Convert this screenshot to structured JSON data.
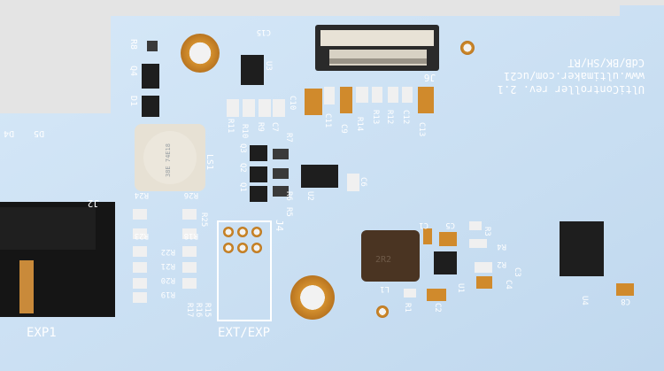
{
  "image": {
    "description_alt": "Photo of a light blue printed circuit board",
    "colors": {
      "background": "#e6e6e6",
      "board": "#cfe3f5",
      "board_shade": "#b9d2ea",
      "pad_gold": "#d08a2c",
      "chip_black": "#1e1e1e",
      "silk": "#ffffff"
    }
  },
  "board": {
    "title": "UltiController rev. 2.1",
    "url": "www.ultimaker.com/uc21",
    "credits": "CdB/BK/SH/RT"
  },
  "connectors": {
    "exp1": "EXP1",
    "ext_exp": "EXT/EXP",
    "j2": "J2",
    "j4": "J4",
    "j6": "J6"
  },
  "components": {
    "r8": "R8",
    "q4": "Q4",
    "d1": "D1",
    "d4": "D4",
    "d5": "D5",
    "c15": "C15",
    "u3": "U3",
    "c10": "C10",
    "c11": "C11",
    "c9": "C9",
    "r14": "R14",
    "r13": "R13",
    "r12": "R12",
    "c12": "C12",
    "c13": "C13",
    "r11": "R11",
    "r10": "R10",
    "r9": "R9",
    "c7": "C7",
    "r7": "R7",
    "q3": "Q3",
    "q2": "Q2",
    "q1": "Q1",
    "r6": "R6",
    "r5": "R5",
    "ls1": "LS1",
    "buzzer_text": "38E 74E18",
    "u2": "U2",
    "c6": "C6",
    "r24": "R24",
    "r23": "R23",
    "r22": "R22",
    "r21": "R21",
    "r20": "R20",
    "r19": "R19",
    "r26": "R26",
    "r25": "R25",
    "r18": "R18",
    "r17": "R17",
    "r16": "R16",
    "r15": "R15",
    "c1": "C1",
    "c5": "C5",
    "r3": "R3",
    "r4": "R4",
    "r2": "R2",
    "c3": "C3",
    "c4": "C4",
    "l1": "L1",
    "inductor_text": "2R2",
    "u1": "U1",
    "r1": "R1",
    "c2": "C2",
    "u4": "U4",
    "c8": "C8"
  }
}
